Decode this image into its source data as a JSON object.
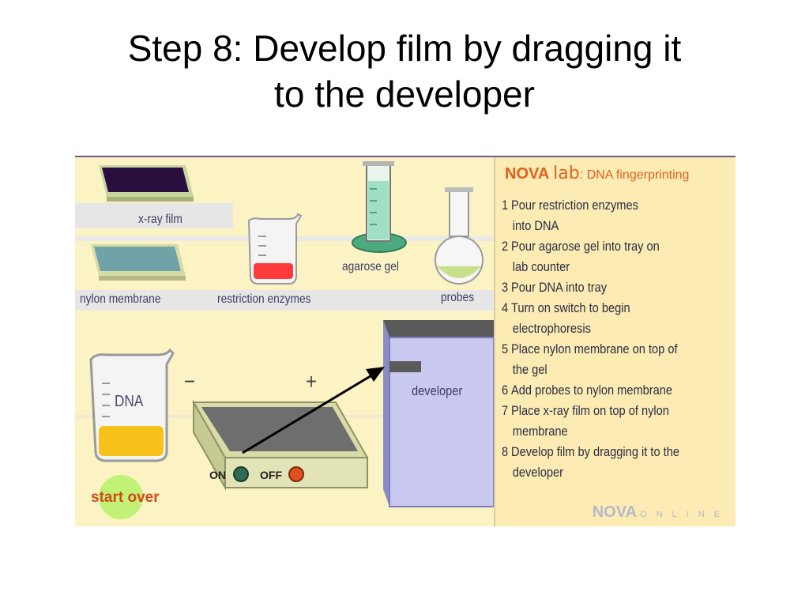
{
  "slide": {
    "title_line1": "Step 8:  Develop film by dragging it",
    "title_line2": "to the developer"
  },
  "lab": {
    "labels": {
      "xray_film": "x-ray film",
      "nylon_membrane": "nylon membrane",
      "restriction_enzymes": "restriction enzymes",
      "agarose_gel": "agarose gel",
      "probes": "probes",
      "developer": "developer",
      "dna": "DNA",
      "minus": "−",
      "plus": "+",
      "on": "ON",
      "off": "OFF",
      "start_over": "start over"
    },
    "colors": {
      "background": "#fbf3c4",
      "panel": "#fcecb3",
      "accent": "#e0601e",
      "developer": "#c8c8f0",
      "enzymes": "#ff3b3b",
      "gel": "#7fd6b0",
      "probes": "#c9e08a",
      "dna_liquid": "#f6c21a",
      "on_button": "#2f6b55",
      "off_button": "#e0501e",
      "start_over_glow": "#b7f06a"
    }
  },
  "panel": {
    "brand": "NOVA",
    "lab_word": "lab",
    "subtitle": ": DNA fingerprinting",
    "steps": [
      {
        "num": "1",
        "line1": "Pour restriction enzymes",
        "line2": "into DNA"
      },
      {
        "num": "2",
        "line1": "Pour agarose gel into tray on",
        "line2": "lab counter"
      },
      {
        "num": "3",
        "line1": "Pour DNA into tray",
        "line2": ""
      },
      {
        "num": "4",
        "line1": "Turn on switch to begin",
        "line2": "electrophoresis"
      },
      {
        "num": "5",
        "line1": "Place nylon membrane on top of",
        "line2": "the gel"
      },
      {
        "num": "6",
        "line1": "Add probes to nylon membrane",
        "line2": ""
      },
      {
        "num": "7",
        "line1": "Place x-ray film on top of nylon",
        "line2": "membrane"
      },
      {
        "num": "8",
        "line1": "Develop film by dragging it to the",
        "line2": "developer"
      }
    ],
    "footer_brand": "NOVA",
    "footer_online": "ONLINE"
  }
}
